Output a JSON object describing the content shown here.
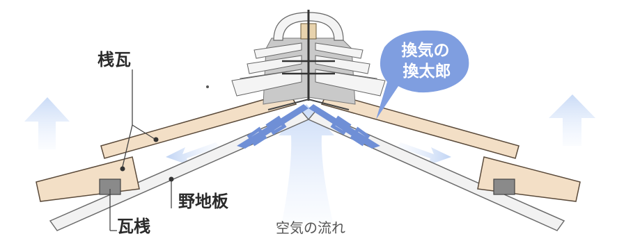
{
  "labels": {
    "sankawara": "桟瓦",
    "kawarasan": "瓦桟",
    "nojiita": "野地板",
    "air_flow": "空気の流れ",
    "product_line1": "換気の",
    "product_line2": "換太郎"
  },
  "colors": {
    "tile_fill": "#f3dfc6",
    "tile_stroke": "#5a4a3a",
    "board_fill": "#f2f2f2",
    "board_stroke": "#6a6a6a",
    "ridge_gray": "#c9c9c9",
    "vent_blue": "#6f8fd6",
    "bubble_blue": "#7f9ee0",
    "arrow_blue": "#dde8fb"
  }
}
